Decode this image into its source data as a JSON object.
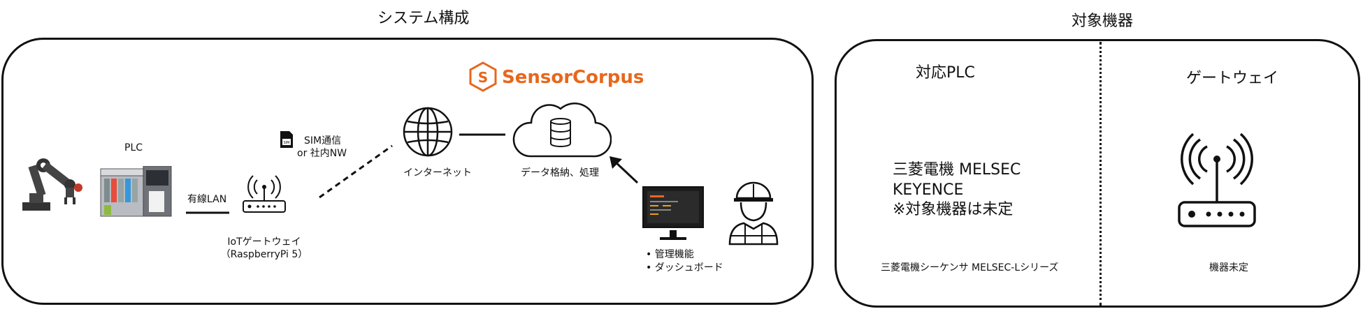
{
  "system": {
    "title": "システム構成",
    "plc_label": "PLC",
    "lan_label": "有線LAN",
    "gateway_label_line1": "IoTゲートウェイ",
    "gateway_label_line2": "（RaspberryPi 5）",
    "sim_line1": "SIM通信",
    "sim_line2": "or 社内NW",
    "internet_label": "インターネット",
    "cloud_label": "データ格納、処理",
    "brand_name": "SensorCorpus",
    "brand_color": "#e8671c",
    "features": [
      "管理機能",
      "ダッシュボード"
    ]
  },
  "targets": {
    "title": "対象機器",
    "plc_column": {
      "title": "対応PLC",
      "lines": [
        "三菱電機 MELSEC",
        "KEYENCE",
        "※対象機器は未定"
      ],
      "footer": "三菱電機シーケンサ MELSEC-Lシリーズ"
    },
    "gateway_column": {
      "title": "ゲートウェイ",
      "footer": "機器未定"
    }
  },
  "icons": [
    "robot-arm-icon",
    "plc-icon",
    "router-icon",
    "sim-card-icon",
    "globe-icon",
    "cloud-database-icon",
    "monitor-icon",
    "worker-icon",
    "arrow-icon"
  ]
}
